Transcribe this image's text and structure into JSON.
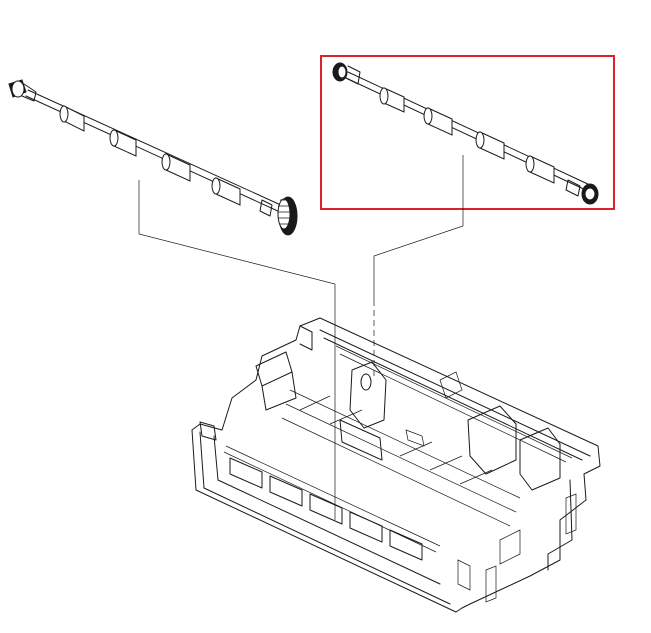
{
  "diagram": {
    "highlight_color": "#d9242b",
    "line_color": "#1a1a1a",
    "background": "#ffffff",
    "parts": [
      {
        "id": "left-roller-shaft",
        "highlighted": false
      },
      {
        "id": "right-roller-shaft",
        "highlighted": true
      },
      {
        "id": "lower-frame-assembly",
        "highlighted": false
      }
    ],
    "leaders": 2,
    "text": []
  }
}
